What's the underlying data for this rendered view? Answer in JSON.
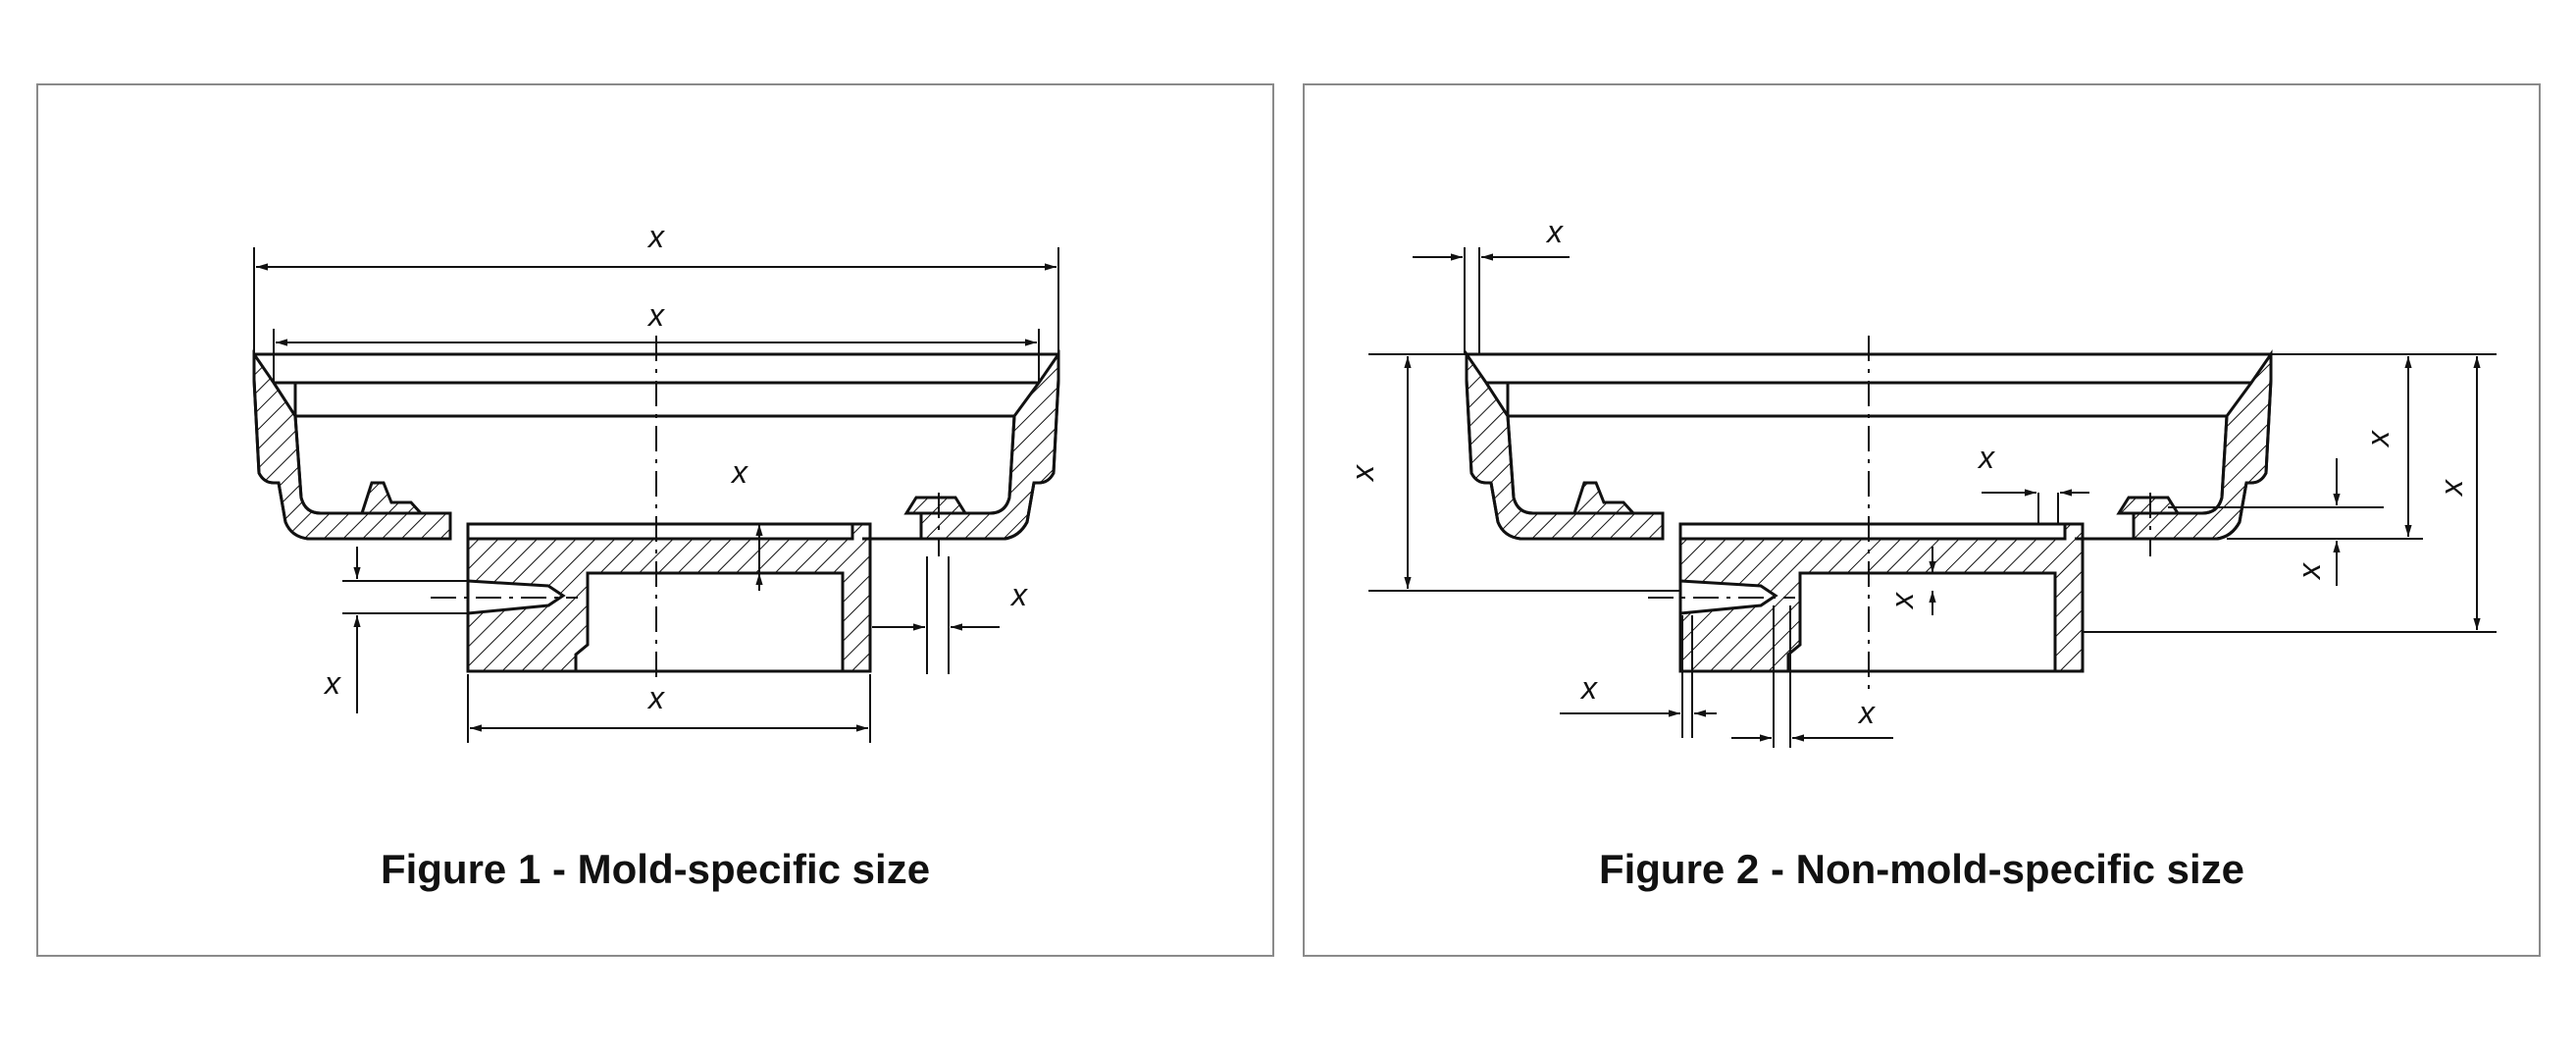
{
  "figures": [
    {
      "caption": "Figure 1 - Mold-specific size",
      "dims": [
        "x",
        "x",
        "x",
        "x",
        "x",
        "x"
      ]
    },
    {
      "caption": "Figure 2 - Non-mold-specific size",
      "dims": [
        "x",
        "x",
        "x",
        "x",
        "x",
        "x",
        "x",
        "x",
        "x"
      ]
    }
  ],
  "colors": {
    "line": "#111111",
    "frame": "#8a8a8a"
  }
}
